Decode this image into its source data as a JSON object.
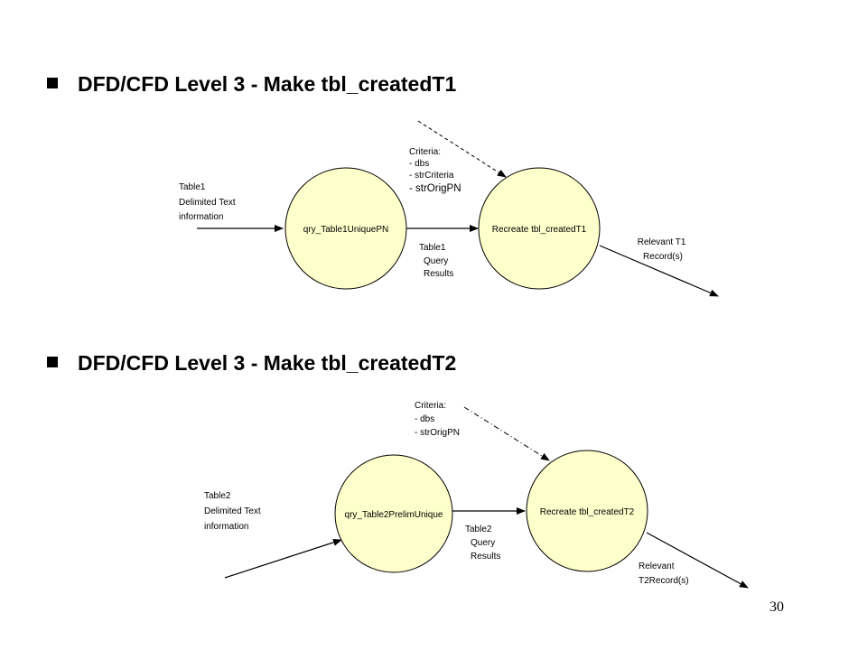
{
  "slide": {
    "page_number": "30",
    "sections": [
      {
        "title": "DFD/CFD Level 3 - Make tbl_createdT1",
        "process_1": "qry_Table1UniquePN",
        "process_2": "Recreate tbl_createdT1",
        "input_label": [
          "Table1",
          "Delimited Text",
          "information"
        ],
        "criteria_label": [
          "Criteria:",
          "- dbs",
          "- strCriteria",
          "- strOrigPN"
        ],
        "query_label": [
          "Table1",
          "Query",
          "Results"
        ],
        "output_label": [
          "Relevant T1",
          "Record(s)"
        ]
      },
      {
        "title": "DFD/CFD Level 3 - Make tbl_createdT2",
        "process_1": "qry_Table2PrelimUnique",
        "process_2": "Recreate tbl_createdT2",
        "input_label": [
          "Table2",
          "Delimited Text",
          "information"
        ],
        "criteria_label": [
          "Criteria:",
          "- dbs",
          "- strOrigPN"
        ],
        "query_label": [
          "Table2",
          "Query",
          "Results"
        ],
        "output_label": [
          "Relevant",
          "T2Record(s)"
        ]
      }
    ],
    "colors": {
      "process_fill": "#FFFFCC",
      "stroke": "#000000"
    }
  }
}
